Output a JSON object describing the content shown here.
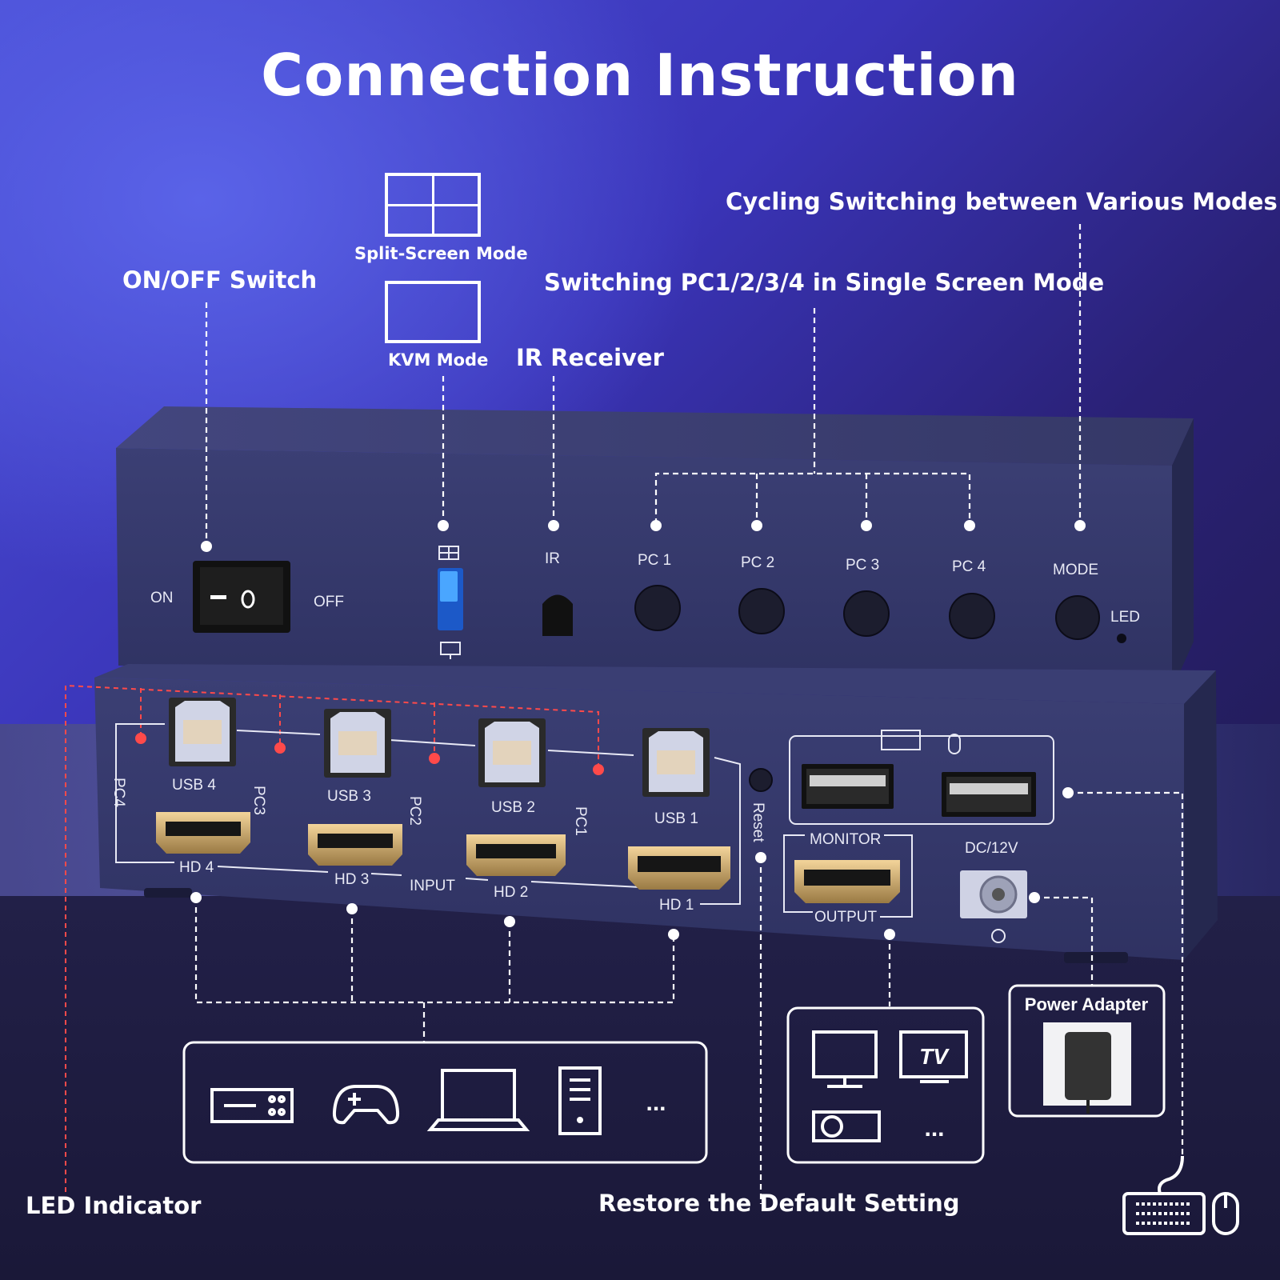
{
  "title": "Connection Instruction",
  "callouts": {
    "on_off": "ON/OFF Switch",
    "split_screen": "Split-Screen Mode",
    "kvm_mode": "KVM Mode",
    "ir_receiver": "IR Receiver",
    "switching_pc": "Switching PC1/2/3/4 in Single Screen Mode",
    "cycling": "Cycling Switching between Various Modes",
    "led_indicator": "LED Indicator",
    "restore": "Restore the Default Setting",
    "power_adapter": "Power Adapter"
  },
  "front_panel": {
    "on": "ON",
    "off": "OFF",
    "ir": "IR",
    "pc_buttons": [
      "PC 1",
      "PC 2",
      "PC 3",
      "PC 4"
    ],
    "mode": "MODE",
    "led": "LED"
  },
  "back_panel": {
    "usb_ports": [
      "USB 4",
      "USB 3",
      "USB 2",
      "USB 1"
    ],
    "hdmi_ports": [
      "HD 4",
      "HD 3",
      "HD 2",
      "HD 1"
    ],
    "pc_side": [
      "PC4",
      "PC3",
      "PC2",
      "PC1"
    ],
    "input": "INPUT",
    "reset": "Reset",
    "monitor": "MONITOR",
    "output": "OUTPUT",
    "dc": "DC/12V",
    "tv": "TV",
    "ellipsis": "..."
  },
  "colors": {
    "accent_red": "#ff4a4a",
    "device_body": "#3a3d72",
    "text": "#ffffff"
  }
}
